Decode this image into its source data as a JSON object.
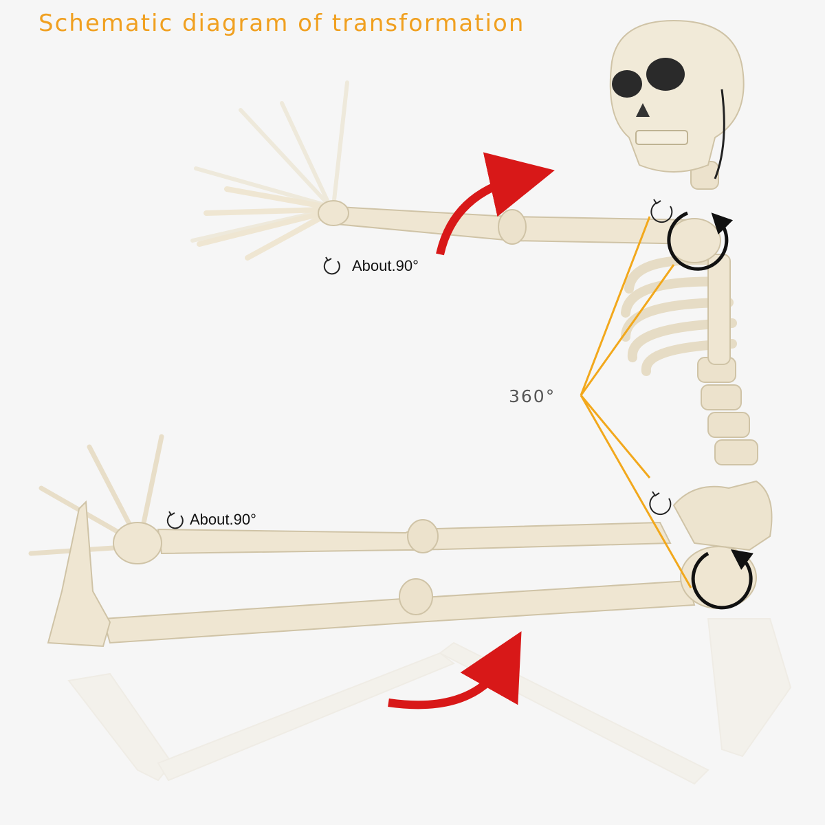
{
  "title": "Schematic diagram of transformation",
  "annotations": {
    "arm_rotation": "About.90°",
    "leg_rotation": "About.90°",
    "joint_rotation": "360°"
  },
  "colors": {
    "title": "#f0a020",
    "bone": "#efe6d2",
    "bone_outline": "#cfc3a6",
    "arrow": "#d81818",
    "leader_lines": "#f2a81c",
    "rotation_icon": "#222222"
  },
  "icons": [
    "rotate-icon",
    "red-curved-arrow",
    "leader-lines"
  ]
}
